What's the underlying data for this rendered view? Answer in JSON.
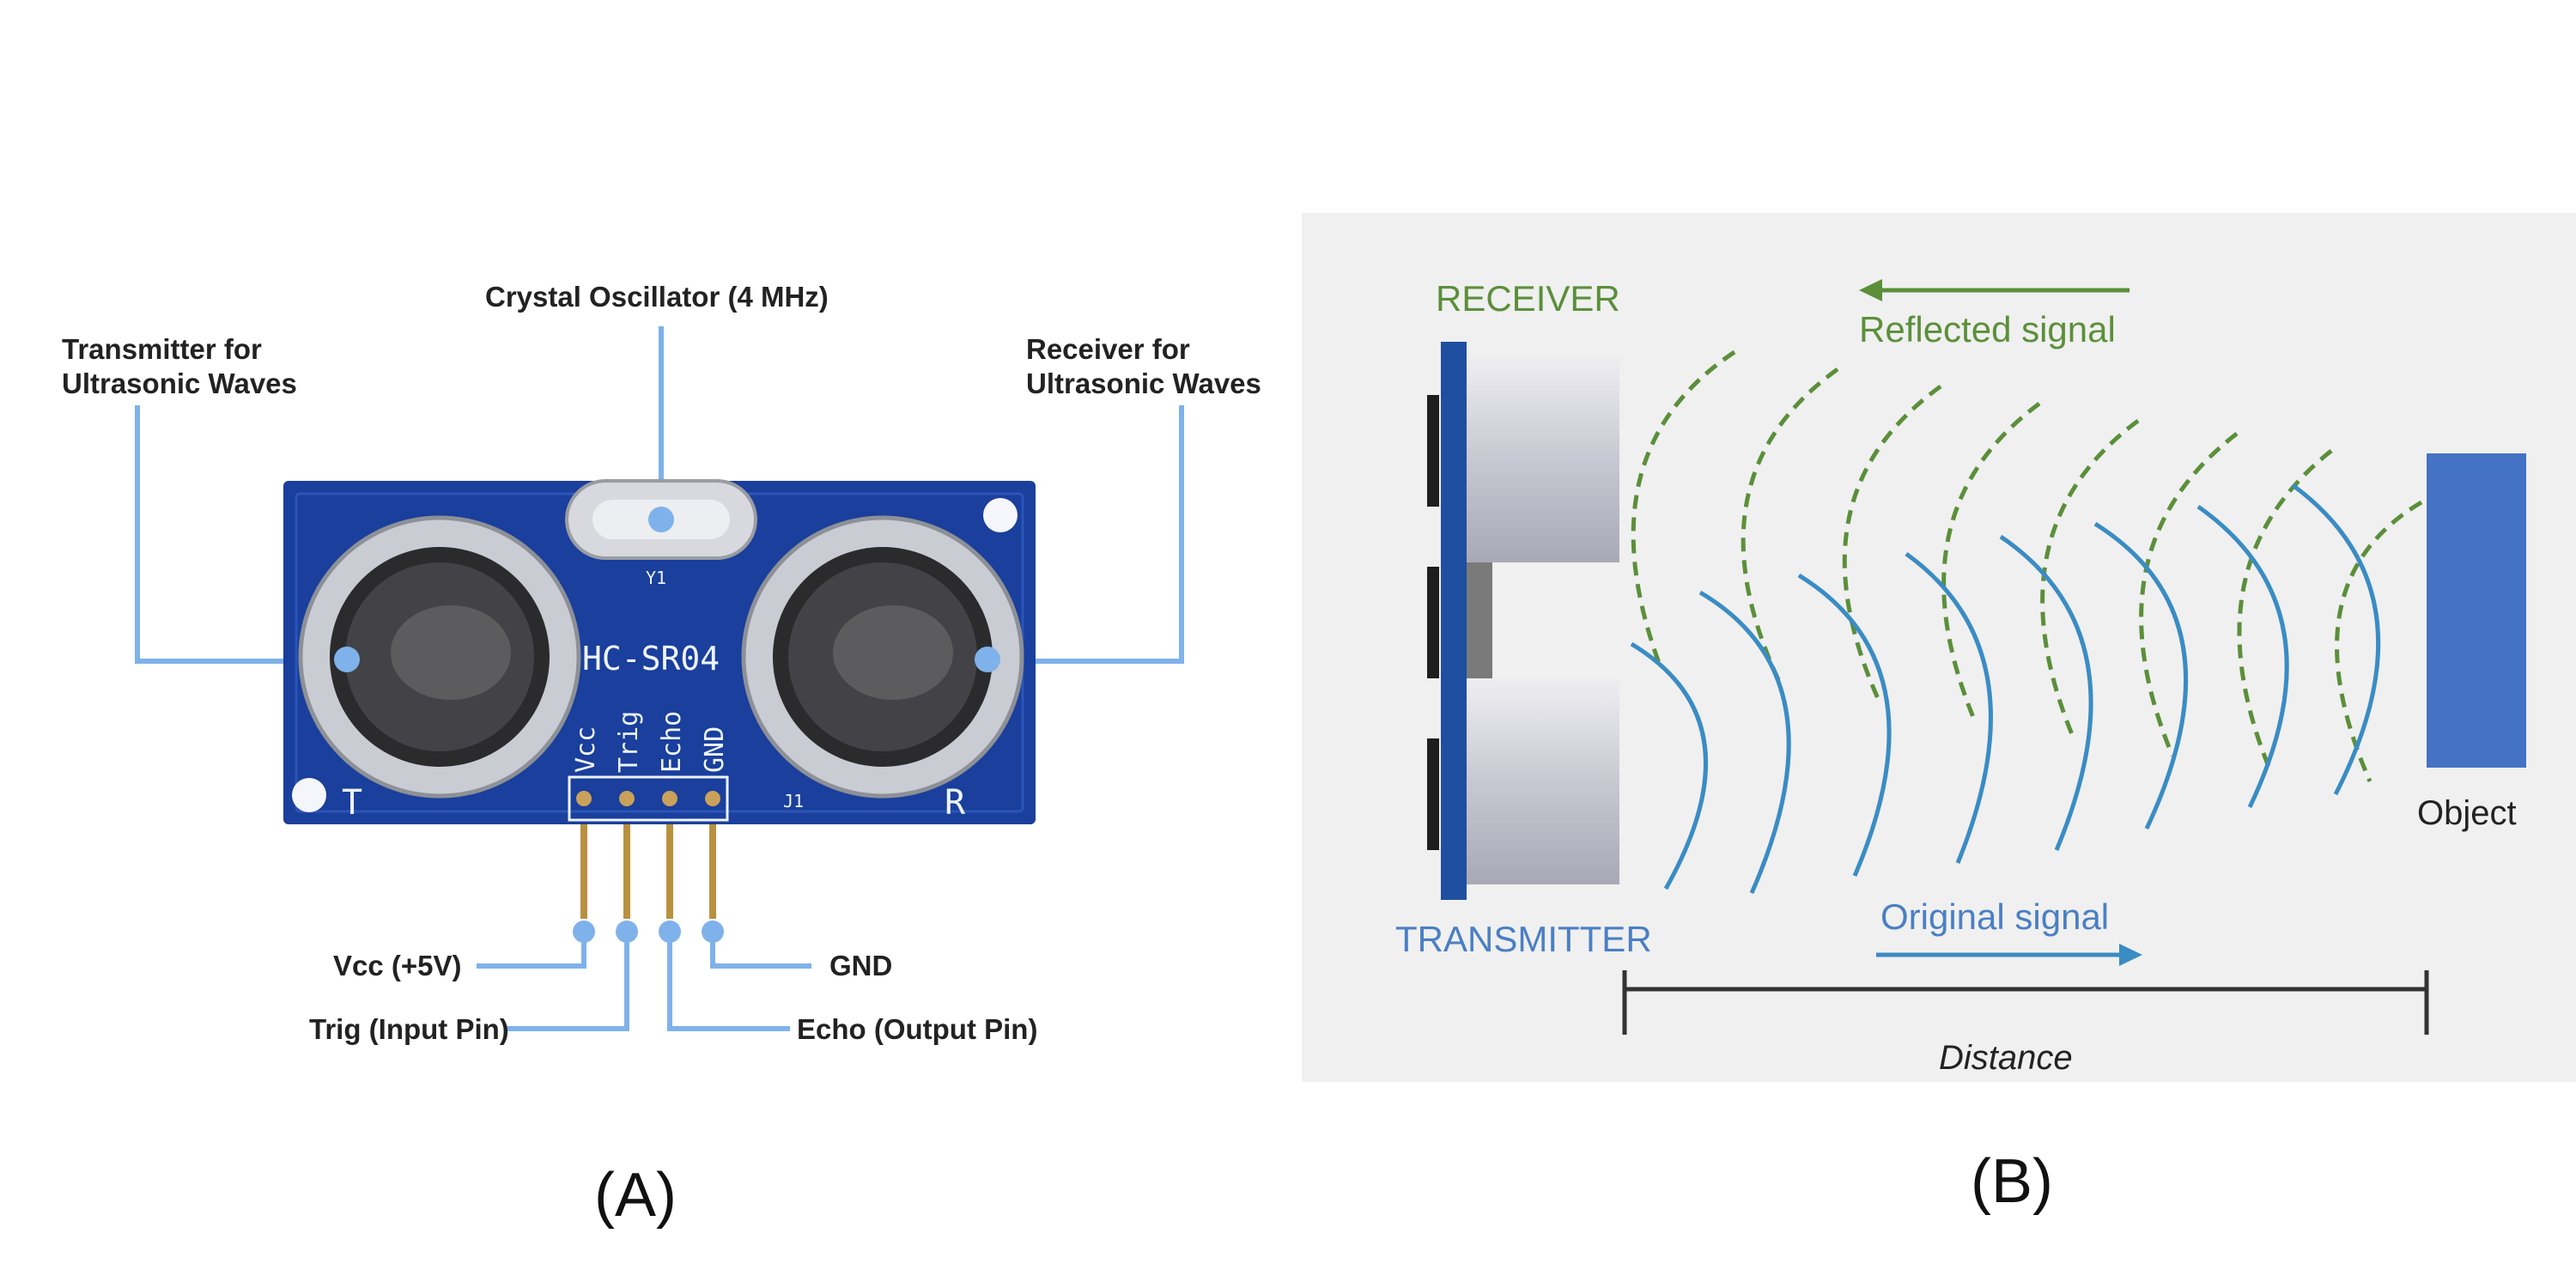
{
  "panel_a": {
    "caption": "(A)",
    "labels": {
      "crystal": "Crystal Oscillator (4 MHz)",
      "transmitter_line1": "Transmitter for",
      "transmitter_line2": "Ultrasonic Waves",
      "receiver_line1": "Receiver for",
      "receiver_line2": "Ultrasonic Waves",
      "vcc": "Vcc (+5V)",
      "trig": "Trig (Input Pin)",
      "gnd": "GND",
      "echo": "Echo (Output Pin)"
    },
    "board": {
      "model": "HC-SR04",
      "crystal_marking": "Y1",
      "header_marking": "J1",
      "left_marking": "T",
      "right_marking": "R",
      "pins": [
        "Vcc",
        "Trig",
        "Echo",
        "GND"
      ]
    },
    "colors": {
      "board": "#1a3f9c",
      "leader_lines": "#7fb2ea"
    }
  },
  "panel_b": {
    "caption": "(B)",
    "receiver_label": "RECEIVER",
    "reflected_label": "Reflected signal",
    "transmitter_label": "TRANSMITTER",
    "original_label": "Original signal",
    "object_label": "Object",
    "distance_label": "Distance",
    "colors": {
      "reflected": "#5b8f3a",
      "original": "#3a8cc4",
      "object": "#4472c4",
      "background": "#f0f0f0"
    }
  }
}
